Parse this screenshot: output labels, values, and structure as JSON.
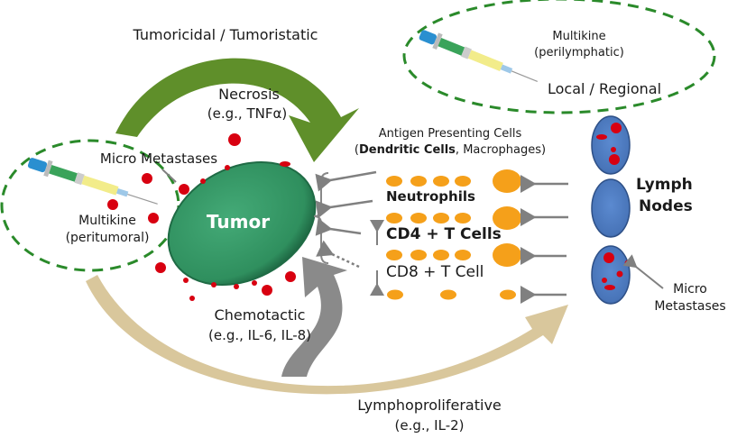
{
  "diagram": {
    "title_top": "Tumoricidal / Tumoristatic",
    "necrosis": {
      "line1": "Necrosis",
      "line2": "(e.g., TNFα)"
    },
    "micro_metastases_left": "Micro Metastases",
    "tumor_label": "Tumor",
    "peritumoral": {
      "line1": "Multikine",
      "line2": "(peritumoral)"
    },
    "perilymphatic": {
      "line1": "Multikine",
      "line2": "(perilymphatic)"
    },
    "local_regional": "Local / Regional",
    "apc": {
      "line1": "Antigen Presenting Cells",
      "line2_open": "(",
      "line2_bold": "Dendritic  Cells",
      "line2_rest": ", Macrophages)"
    },
    "neutrophils": "Neutrophils",
    "cd4": "CD4 + T Cells",
    "cd8": "CD8 + T Cell",
    "lymph_nodes": {
      "line1": "Lymph",
      "line2": "Nodes"
    },
    "micro_metastases_right": {
      "line1": "Micro",
      "line2": "Metastases"
    },
    "chemotactic": {
      "line1": "Chemotactic",
      "line2": "(e.g., IL-6, IL-8)"
    },
    "lymphoproliferative": {
      "line1": "Lymphoproliferative",
      "line2": "(e.g., IL-2)"
    }
  },
  "colors": {
    "tumoricidal_arrow": "#5f8f2a",
    "lymphoproliferative_arrow": "#d9c79c",
    "chemotactic_arrow": "#8a8a8a",
    "tumor": "#3a9a6a",
    "lymph_node": "#4f7ec4",
    "metastasis": "#d80010",
    "immune_cell": "#f5a01a",
    "dashed_ellipse": "#2a8a2a",
    "small_arrow": "#808080"
  }
}
